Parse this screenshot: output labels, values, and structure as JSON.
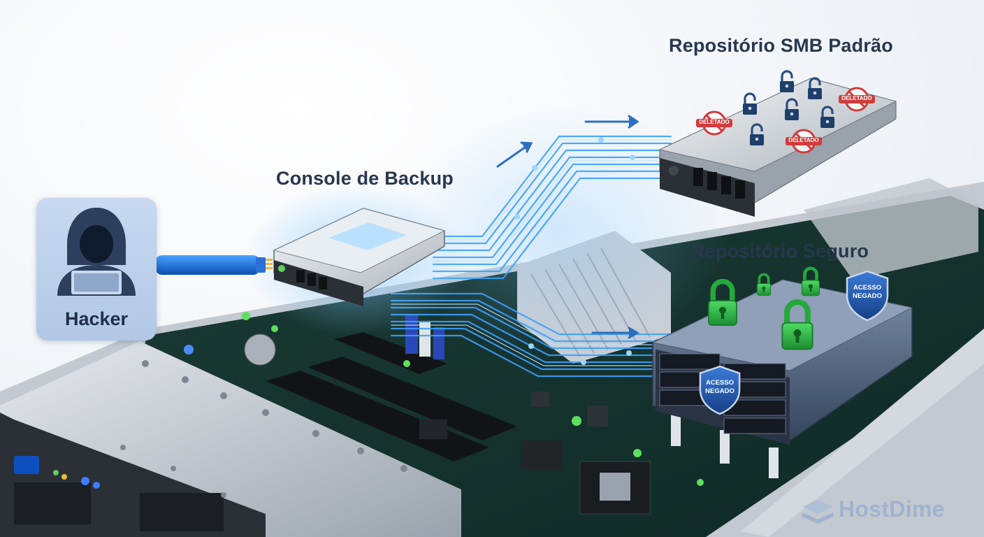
{
  "labels": {
    "console": "Console de Backup",
    "smb_repo": "Repositório SMB Padrão",
    "secure_repo": "Repositório Seguro",
    "hacker": "Hacker"
  },
  "badges": {
    "deleted": "DELETADO",
    "access_denied_line1": "ACESSO",
    "access_denied_line2": "NEGADO"
  },
  "brand": {
    "name": "HostDime"
  },
  "icons": [
    "hacker-icon",
    "unlocked-padlock-icon",
    "deleted-stamp-icon",
    "locked-padlock-icon",
    "access-denied-shield-icon",
    "hostdime-logo-icon"
  ],
  "colors": {
    "title": "#27374f",
    "flow": "#3aa0ff",
    "unlocked": "#1f3f6b",
    "deleted": "#d33a3a",
    "locked": "#2fb84a",
    "shield": "#1f4f9c",
    "card": "#c3d6ef"
  }
}
